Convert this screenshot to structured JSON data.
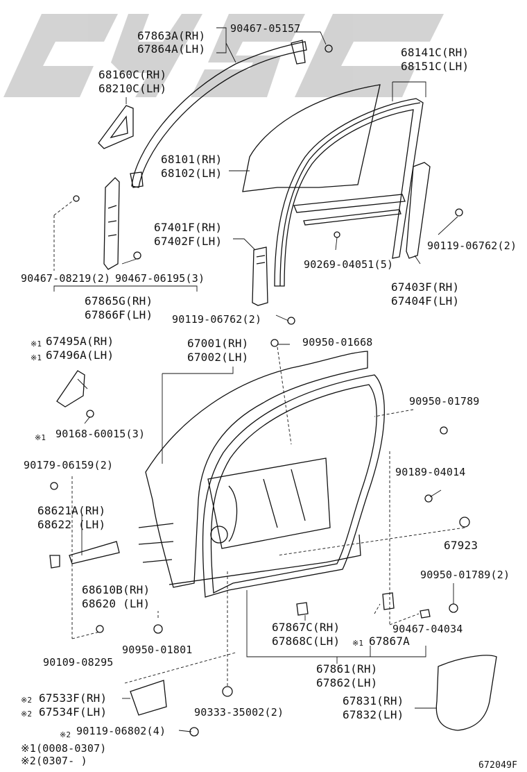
{
  "diagram": {
    "parts": {
      "upper_moulding": [
        "67863A(RH)",
        "67864A(LH)"
      ],
      "screw_top": "90467-05157",
      "glass_run": [
        "68141C(RH)",
        "68151C(LH)"
      ],
      "corner_piece": [
        "68160C(RH)",
        "68210C(LH)"
      ],
      "glass": [
        "68101(RH)",
        "68102(LH)"
      ],
      "channel_front": [
        "67401F(RH)",
        "67402F(LH)"
      ],
      "bolt_right": "90119-06762(2)",
      "clip_mid": "90269-04051(5)",
      "channel_rear": [
        "67403F(RH)",
        "67404F(LH)"
      ],
      "clips_left": "90467-08219(2)",
      "clips_left2": "90467-06195(3)",
      "frame_moulding": [
        "67865G(RH)",
        "67866F(LH)"
      ],
      "bolt_left": "90119-06762(2)",
      "cover_piece": [
        "67495A(RH)",
        "67496A(LH)"
      ],
      "cover_mark1": "※1",
      "cover_mark2": "※1",
      "door_panel": [
        "67001(RH)",
        "67002(LH)"
      ],
      "plug_top": "90950-01668",
      "plug_right": "90950-01789",
      "screw_cover": "90168-60015(3)",
      "screw_cover_mark": "※1",
      "bolt_check": "90179-06159(2)",
      "check_part": [
        "68621A(RH)",
        "68622  (LH)"
      ],
      "nut_right": "90189-04014",
      "plug_big": "67923",
      "door_check": [
        "68610B(RH)",
        "68620  (LH)"
      ],
      "plug_lower_right": "90950-01789(2)",
      "seal_clip": [
        "67867C(RH)",
        "67868C(LH)"
      ],
      "seal_clip_mark": "※1",
      "seal_clip_a": "67867A",
      "screw_lower": "90467-04034",
      "plug_bottom": "90950-01801",
      "bolt_bottom": "90109-08295",
      "weatherstrip": [
        "67861(RH)",
        "67862(LH)"
      ],
      "pad": [
        "67533F(RH)",
        "67534F(LH)"
      ],
      "pad_mark": "※2",
      "pad_mark2": "※2",
      "plug_last": "90333-35002(2)",
      "sheet": [
        "67831(RH)",
        "67832(LH)"
      ],
      "bolt_pad": "90119-06802(4)",
      "bolt_pad_mark": "※2",
      "footnote1": "※1(0008-0307)",
      "footnote2": "※2(0307-        )",
      "figure_code": "672049F"
    }
  }
}
